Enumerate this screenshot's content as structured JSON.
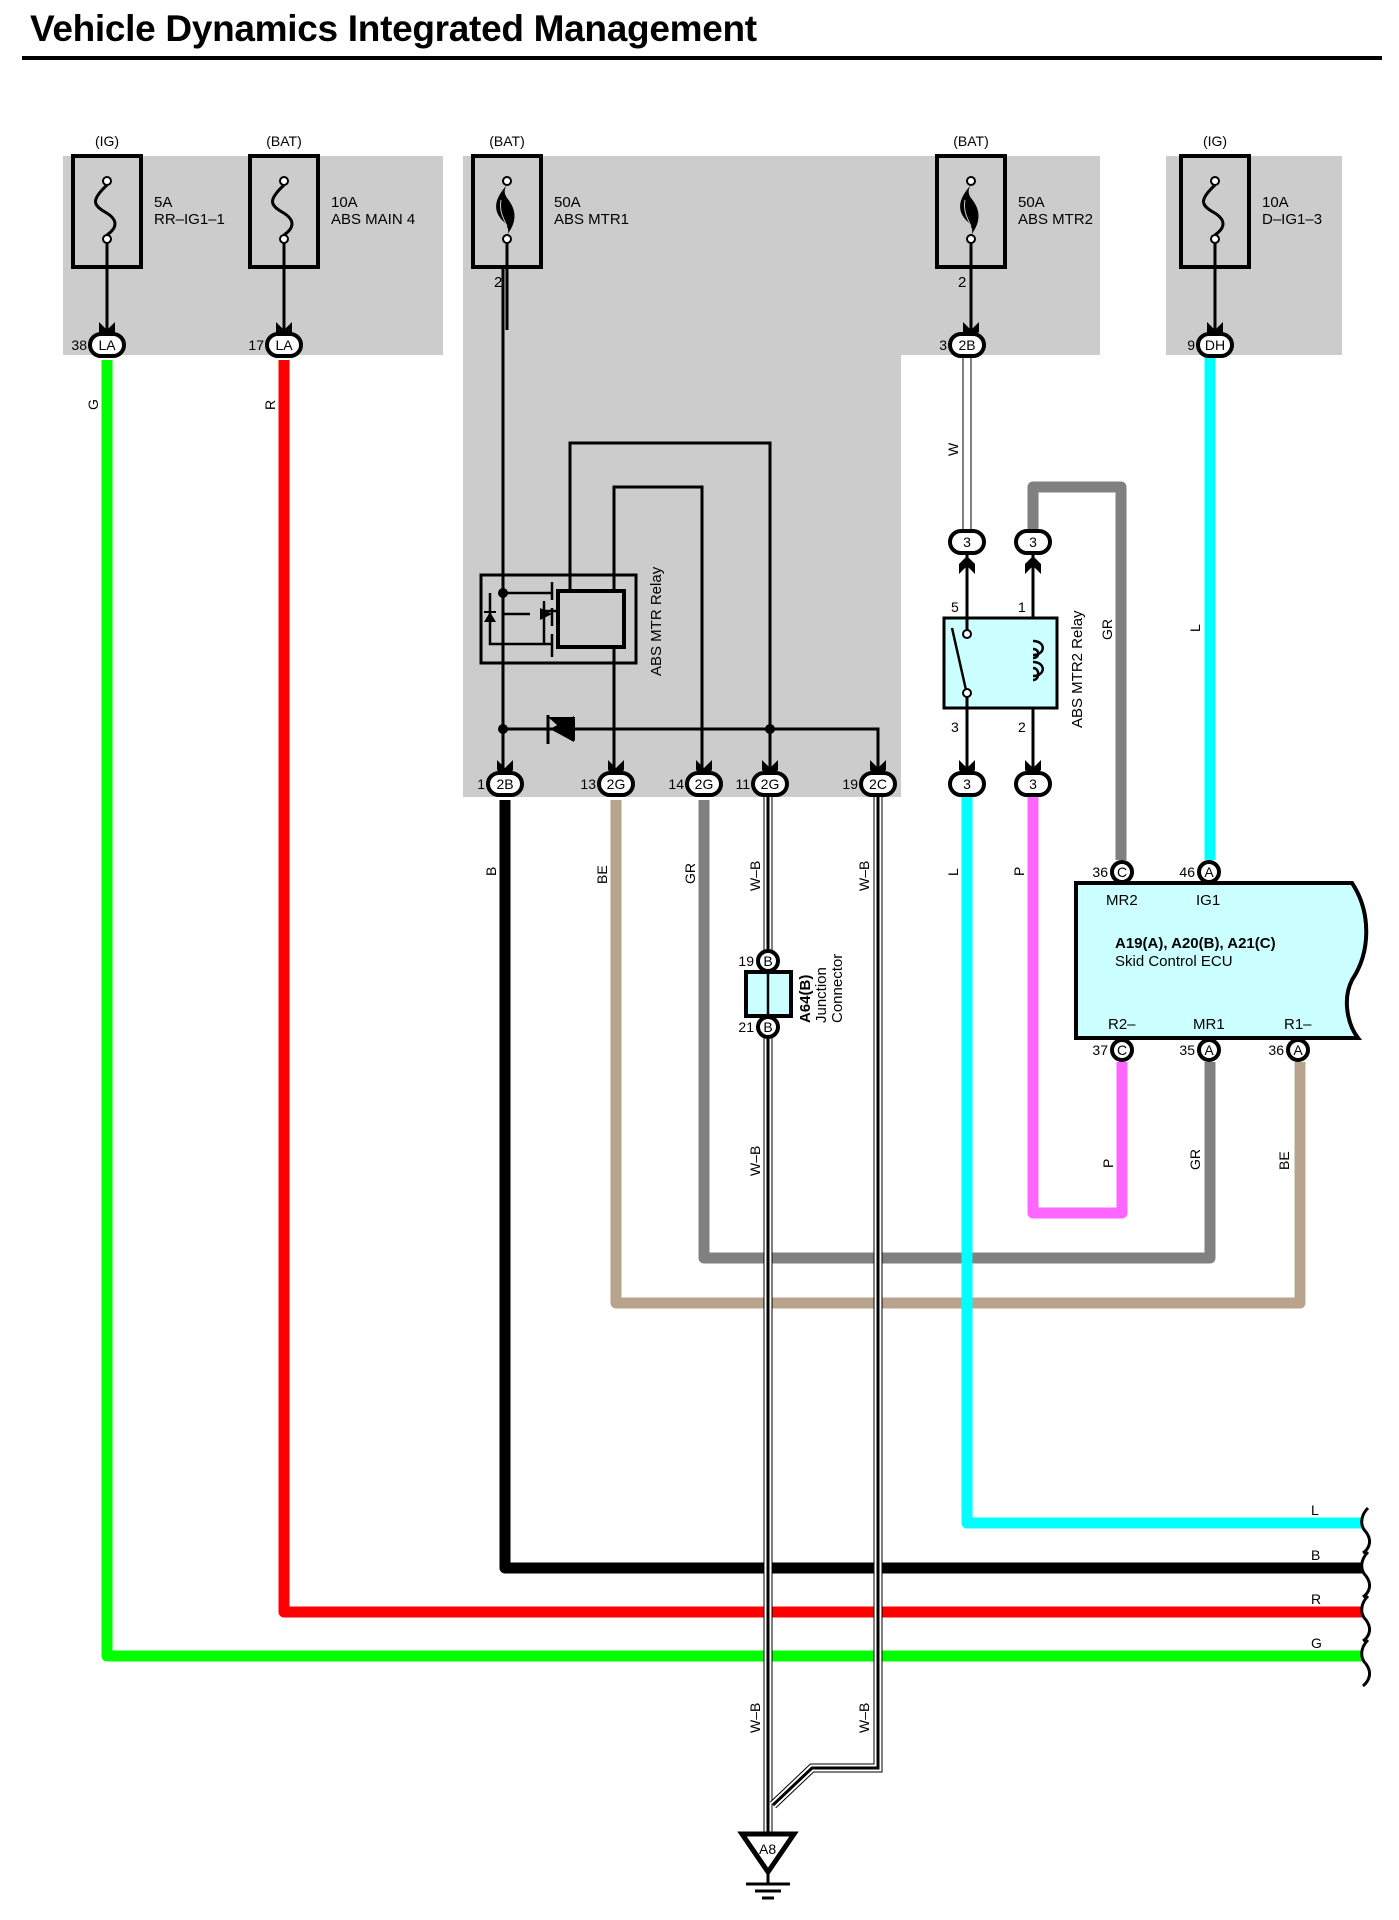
{
  "title": "Vehicle Dynamics Integrated Management",
  "colors": {
    "panel": "#cccccc",
    "component_fill": "#ccffff",
    "G": "#00ff00",
    "R": "#ff0000",
    "B": "#000000",
    "L": "#00ffff",
    "BE": "#b8a38c",
    "GR": "#808080",
    "P": "#ff66ff",
    "W": "#ffffff"
  },
  "fuses": [
    {
      "id": "fuse-rr-ig1-1",
      "source": "(IG)",
      "rating": "5A",
      "name": "RR–IG1–1",
      "pin": "38",
      "connector": "LA",
      "heavy": false
    },
    {
      "id": "fuse-abs-main-4",
      "source": "(BAT)",
      "rating": "10A",
      "name": "ABS MAIN 4",
      "pin": "17",
      "connector": "LA",
      "heavy": false
    },
    {
      "id": "fuse-abs-mtr1",
      "source": "(BAT)",
      "rating": "50A",
      "name": "ABS MTR1",
      "pin": "2",
      "connector": "",
      "heavy": true
    },
    {
      "id": "fuse-abs-mtr2",
      "source": "(BAT)",
      "rating": "50A",
      "name": "ABS MTR2",
      "pin": "2",
      "connector": "",
      "heavy": true
    },
    {
      "id": "fuse-d-ig1-3",
      "source": "(IG)",
      "rating": "10A",
      "name": "D–IG1–3",
      "pin": "9",
      "connector": "DH",
      "heavy": false
    }
  ],
  "mtr2_fuse_connector": {
    "pin": "3",
    "connector": "2B"
  },
  "abs_mtr_relay": {
    "label": "ABS MTR Relay",
    "connectors": [
      {
        "pin": "1",
        "connector": "2B",
        "wire": "B"
      },
      {
        "pin": "13",
        "connector": "2G",
        "wire": "BE"
      },
      {
        "pin": "14",
        "connector": "2G",
        "wire": "GR"
      },
      {
        "pin": "11",
        "connector": "2G",
        "wire": "W–B"
      },
      {
        "pin": "19",
        "connector": "2C",
        "wire": "W–B"
      }
    ]
  },
  "abs_mtr2_relay": {
    "label": "ABS MTR2 Relay",
    "pins": {
      "top_left": "5",
      "top_right": "1",
      "bottom_left": "3",
      "bottom_right": "2"
    },
    "connector_label": "3"
  },
  "skid_control_ecu": {
    "title": "A19(A), A20(B), A21(C)",
    "subtitle": "Skid Control ECU",
    "top_pins": [
      {
        "pin": "36",
        "connector": "C",
        "name": "MR2"
      },
      {
        "pin": "46",
        "connector": "A",
        "name": "IG1"
      }
    ],
    "bottom_pins": [
      {
        "pin": "37",
        "connector": "C",
        "name": "R2–"
      },
      {
        "pin": "35",
        "connector": "A",
        "name": "MR1"
      },
      {
        "pin": "36",
        "connector": "A",
        "name": "R1–"
      }
    ]
  },
  "junction_connector": {
    "name": "A64(B)",
    "line1": "Junction",
    "line2": "Connector",
    "top_pin": "19",
    "bottom_pin": "21",
    "connector": "B"
  },
  "ground": {
    "label": "A8"
  },
  "wire_labels": {
    "G": "G",
    "R": "R",
    "W": "W",
    "L": "L",
    "GR": "GR",
    "B": "B",
    "BE": "BE",
    "P": "P",
    "WB": "W–B"
  },
  "continuation_labels": [
    "L",
    "B",
    "R",
    "G"
  ]
}
